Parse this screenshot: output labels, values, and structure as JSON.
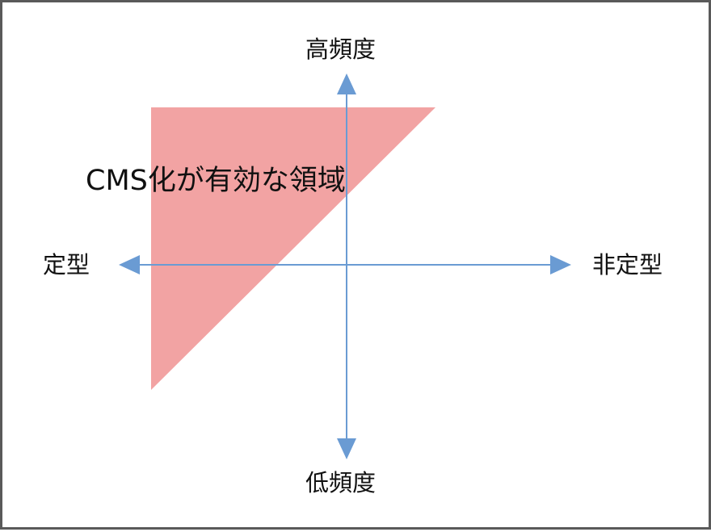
{
  "axes": {
    "top_label": "高頻度",
    "bottom_label": "低頻度",
    "left_label": "定型",
    "right_label": "非定型",
    "color": "#6a9bd3"
  },
  "region": {
    "label": "CMS化が有効な領域",
    "color": "#f2a3a3"
  }
}
